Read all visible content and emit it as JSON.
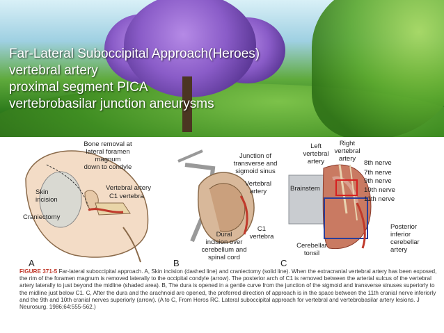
{
  "slide": {
    "title_lines": [
      "Far-Lateral Suboccipital Approach(Heroes)",
      "vertebral artery",
      "proximal  segment  PICA",
      "vertebrobasilar  junction  aneurysms"
    ]
  },
  "figure": {
    "panel_a": {
      "letter": "A",
      "labels": {
        "bone_removal": "Bone removal at\nlateral foramen magnum\ndown to condyle",
        "skin_incision": "Skin\nincision",
        "vertebral_artery": "Vertebral artery",
        "c1_vertebra": "C1 vertebra",
        "craniectomy": "Craniectomy"
      }
    },
    "panel_b": {
      "letter": "B",
      "labels": {
        "junction": "Junction of\ntransverse and\nsigmoid sinus",
        "vertebral_artery": "Vertebral\nartery",
        "c1_vertebra": "C1\nvertebra",
        "dural_incision": "Dural\nincision over\ncerebellum and\nspinal cord"
      }
    },
    "panel_c": {
      "letter": "C",
      "labels": {
        "left_vertebral": "Left\nvertebral\nartery",
        "right_vertebral": "Right\nvertebral\nartery",
        "brainstem": "Brainstem",
        "nerve_8": "8th nerve",
        "nerve_7": "7th nerve",
        "nerve_9": "9th nerve",
        "nerve_10": "10th nerve",
        "nerve_11": "11th nerve",
        "pica": "Posterior\ninferior\ncerebellar\nartery",
        "cerebellar_tonsil": "Cerebellar\ntonsil"
      }
    },
    "caption_label": "FIGURE 371-5",
    "caption_text": "Far-lateral suboccipital approach. A, Skin incision (dashed line) and craniectomy (solid line). When the extracranial vertebral artery has been exposed, the rim of the foramen magnum is removed laterally to the occipital condyle (arrow). The posterior arch of C1 is removed between the arterial sulcus of the vertebral artery laterally to just beyond the midline (shaded area). B, The dura is opened in a gentle curve from the junction of the sigmoid and transverse sinuses superiorly to the midline just below C1. C, After the dura and the arachnoid are opened, the preferred direction of approach is in the space between the 11th cranial nerve inferiorly and the 9th and 10th cranial nerves superiorly (arrow). (A to C, From Heros RC. Lateral suboccipital approach for vertebral and vertebrobasilar artery lesions. J Neurosurg. 1986;64:555-562.)"
  }
}
